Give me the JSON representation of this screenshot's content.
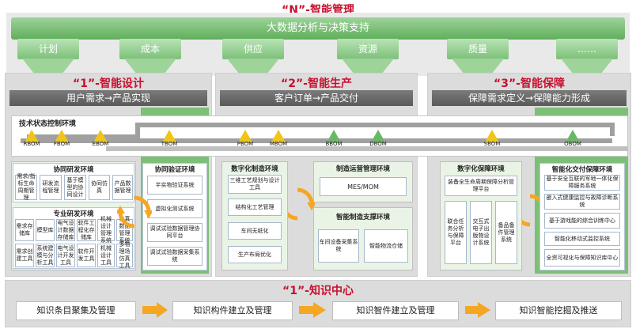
{
  "top": {
    "title": "“N”-智能管理",
    "bigdata": "大数据分析与决策支持",
    "tabs": [
      "计划",
      "成本",
      "供应",
      "资源",
      "质量",
      "……"
    ]
  },
  "design": {
    "title": "“1”-智能设计",
    "bar": "用户需求→产品实现",
    "collab": {
      "title": "协同研发环境",
      "cells": [
        "需求/指标生命周期管理",
        "研发流程管理",
        "基于模型的协同设计",
        "协同仿真",
        "产品数据管理"
      ]
    },
    "pro": {
      "title": "专业研发环境",
      "cells": [
        "需求存储库",
        "模型库",
        "电气设计数据存储库",
        "软件工程化存储库",
        "机械设计管理系统",
        "仿真数据管理系统",
        "需求创建工具",
        "系统建模与分析工具",
        "电气设计开发工具",
        "软件开发工具",
        "机械设计工具",
        "多物理场仿真工具"
      ]
    },
    "verify": {
      "title": "协同验证环境",
      "cells": [
        "半实物验证系统",
        "虚拟化测试系统",
        "调试试验数据管理协同平台",
        "调试试验数据采集系统"
      ]
    }
  },
  "tech": {
    "title": "技术状态控制环境",
    "boms": [
      "RBOM",
      "FBOM",
      "EBOM",
      "TBOM",
      "PBOM",
      "MBOM",
      "BBOM",
      "DBOM",
      "SBOM",
      "OBOM"
    ]
  },
  "prod": {
    "title": "“2”-智能生产",
    "bar": "客户订单→产品交付",
    "digital": {
      "title": "数字化制造环境",
      "cells": [
        "三维工艺规划与设计工具",
        "结构化工艺管理",
        "车间无纸化",
        "生产布局优化"
      ]
    },
    "ops": {
      "title": "制造运营管理环境",
      "cell": "MES/MOM"
    },
    "support": {
      "title": "智能制造支撑环境",
      "cells": [
        "车间设备采集系统",
        "智能物流仓储"
      ]
    }
  },
  "assure": {
    "title": "“3”-智能保障",
    "bar": "保障需求定义→保障能力形成",
    "digital": {
      "title": "数字化保障环境",
      "platform": "装备全生命周期保障分析管理平台",
      "cols": [
        "联合任务分析与保障平台",
        "交互式电子出版物设计系统",
        "备品备件管理系统"
      ]
    },
    "deliver": {
      "title": "智能化交付保障环境",
      "cells": [
        "基于安全互联的军地一体化保障服务系统",
        "嵌入式健康监控与故障诊断系统",
        "基于游戏能的综合训练中心",
        "智能化移动式监控系统",
        "全资可视化与保障知识库中心"
      ]
    }
  },
  "knowledge": {
    "title": "“1”-知识中心",
    "items": [
      "知识条目聚集及管理",
      "知识构件建立及管理",
      "知识智件建立及管理",
      "知识智能挖掘及推送"
    ]
  },
  "colors": {
    "red": "#c8102e",
    "green": "#6ab866",
    "gray": "#666666",
    "orange": "#f5a623"
  }
}
